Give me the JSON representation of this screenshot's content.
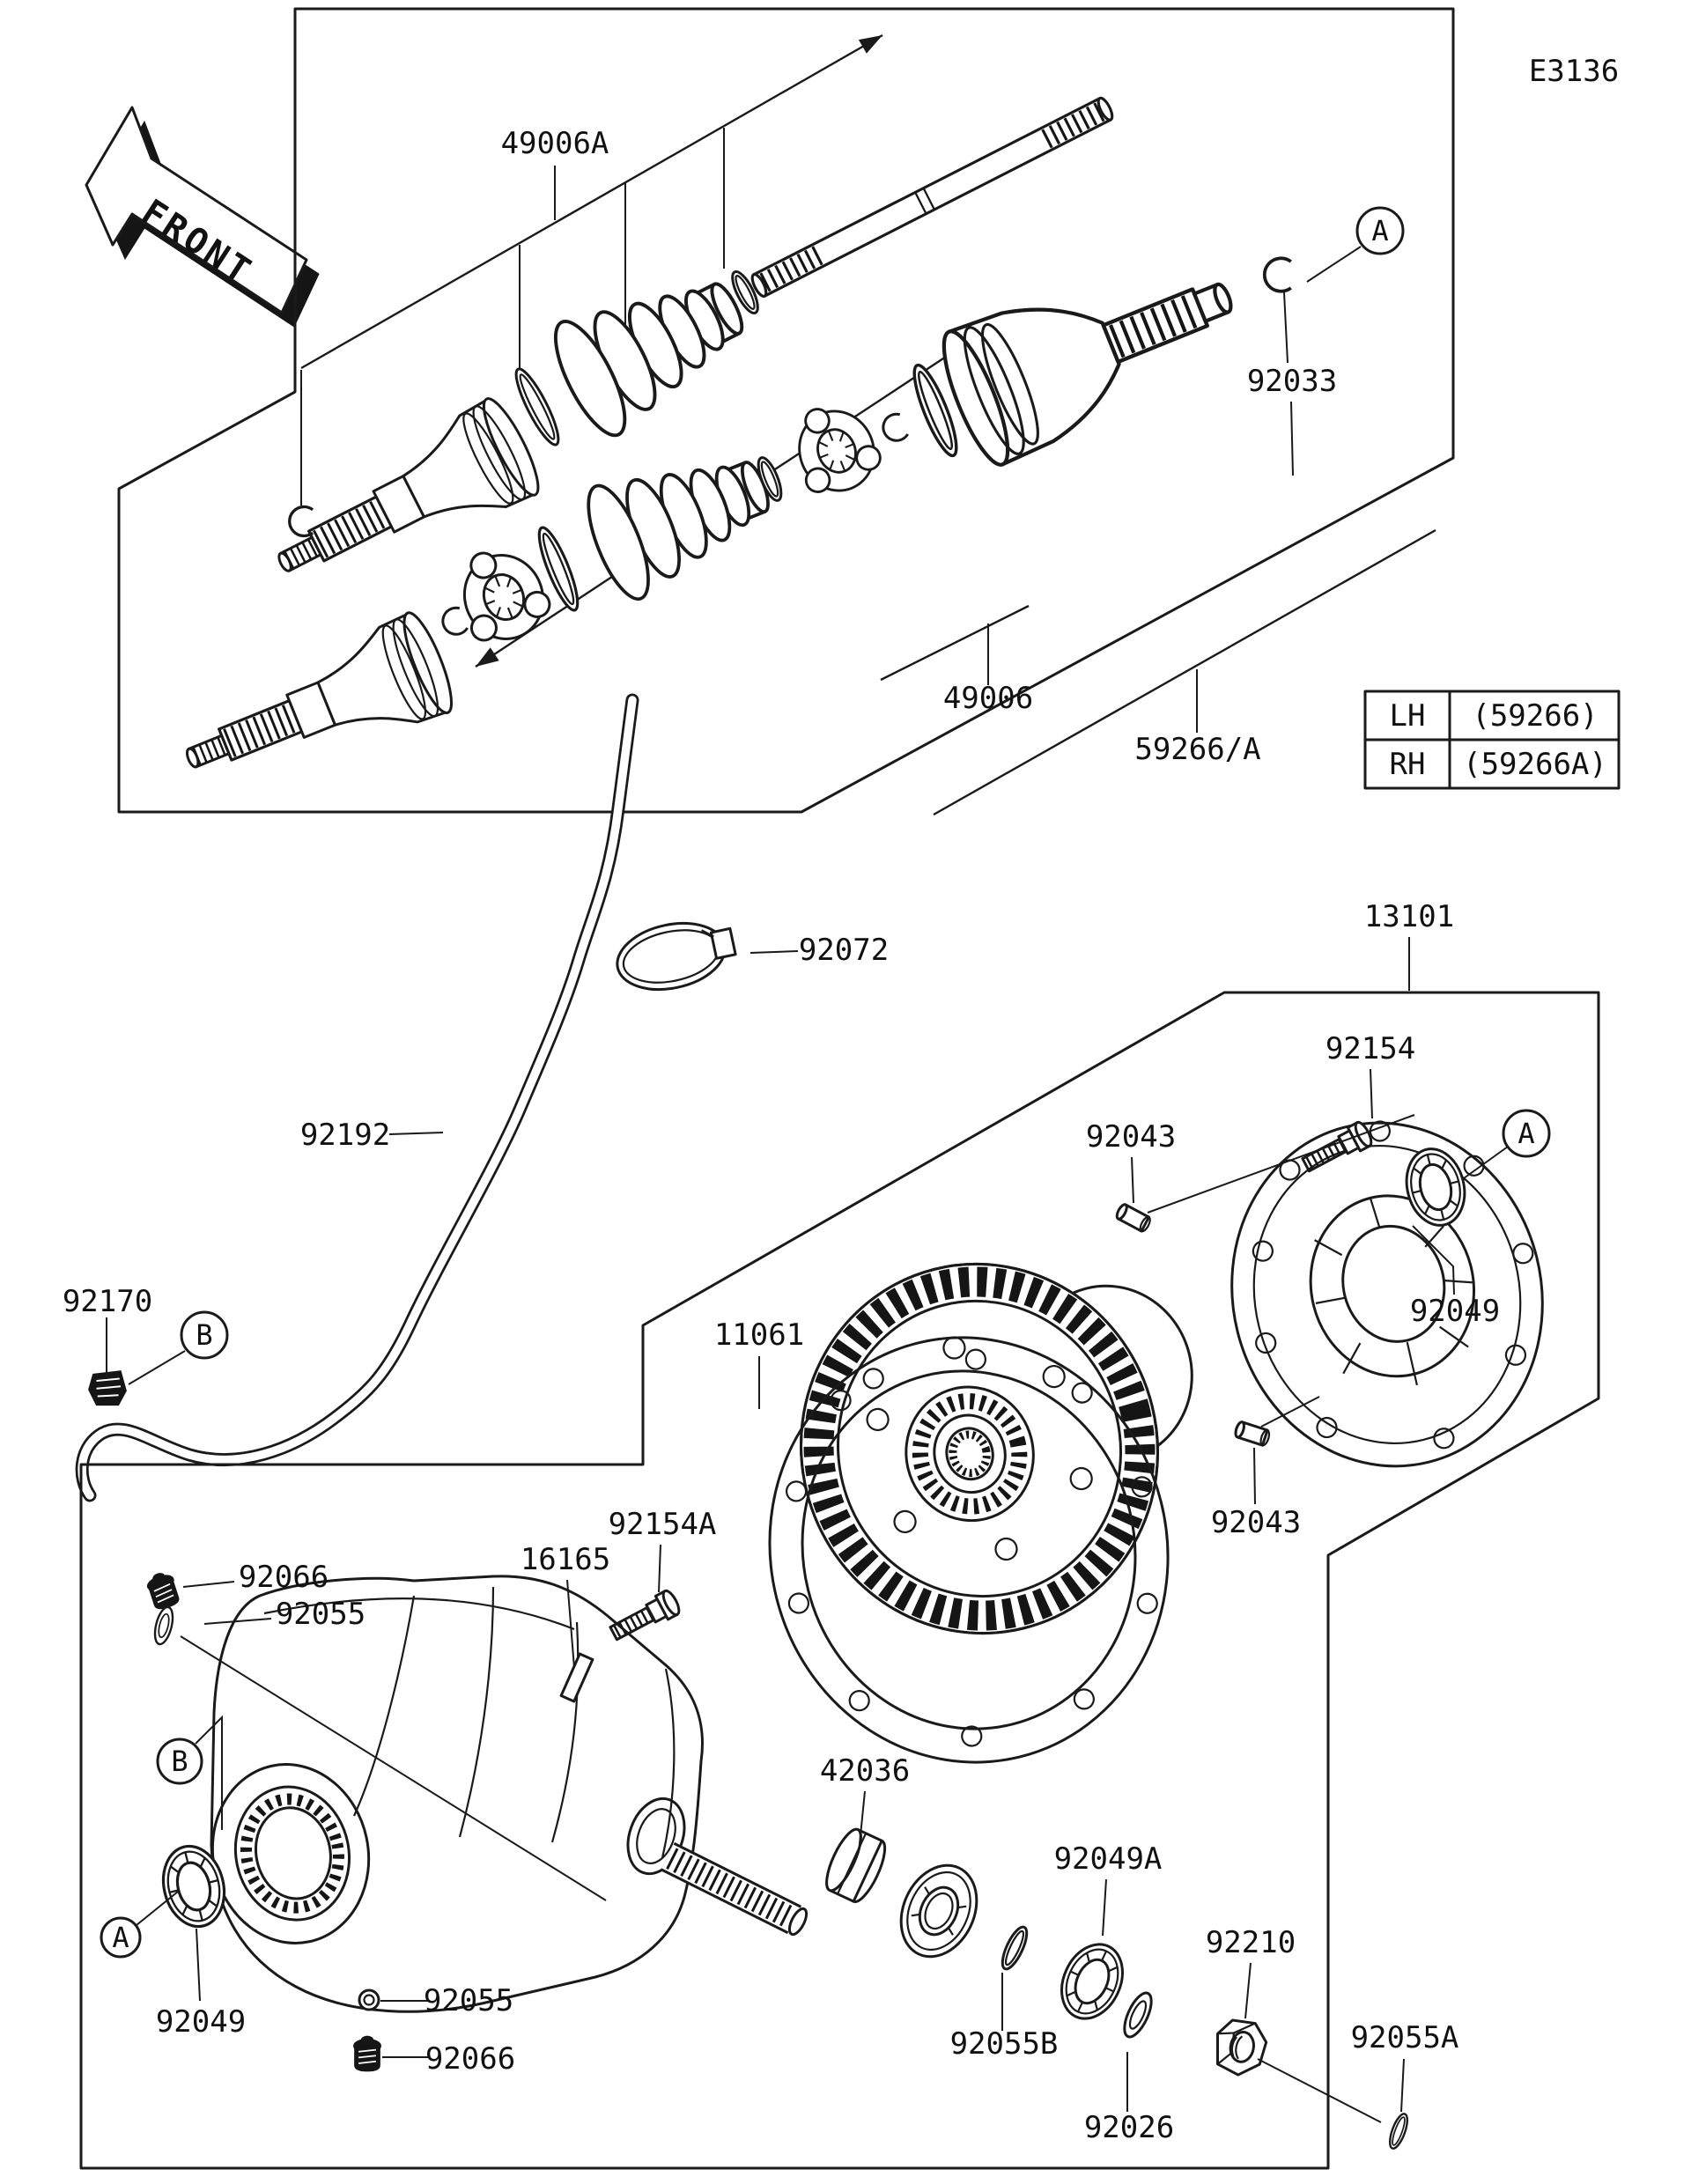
{
  "diagram": {
    "page_code": "E3136",
    "front_label": "FRONT",
    "colors": {
      "line": "#1a1a1a",
      "background": "#ffffff"
    },
    "ref_table": {
      "rows": [
        {
          "side": "LH",
          "number": "(59266)"
        },
        {
          "side": "RH",
          "number": "(59266A)"
        }
      ]
    },
    "callouts": {
      "a": "A",
      "b": "B"
    },
    "labels": {
      "l49006A": "49006A",
      "l92033": "92033",
      "l49006": "49006",
      "l59266": "59266/A",
      "l13101": "13101",
      "l92154": "92154",
      "l92043_upper": "92043",
      "l92049_right": "92049",
      "l92043_lower": "92043",
      "l92072": "92072",
      "l92192": "92192",
      "l92170": "92170",
      "l11061": "11061",
      "l92154A": "92154A",
      "l16165": "16165",
      "l92066_top": "92066",
      "l92055_top": "92055",
      "l42036": "42036",
      "l92049A": "92049A",
      "l92210": "92210",
      "l92055B": "92055B",
      "l92026": "92026",
      "l92055A": "92055A",
      "l92049_bottom": "92049",
      "l92055_bottom": "92055",
      "l92066_bottom": "92066"
    }
  }
}
